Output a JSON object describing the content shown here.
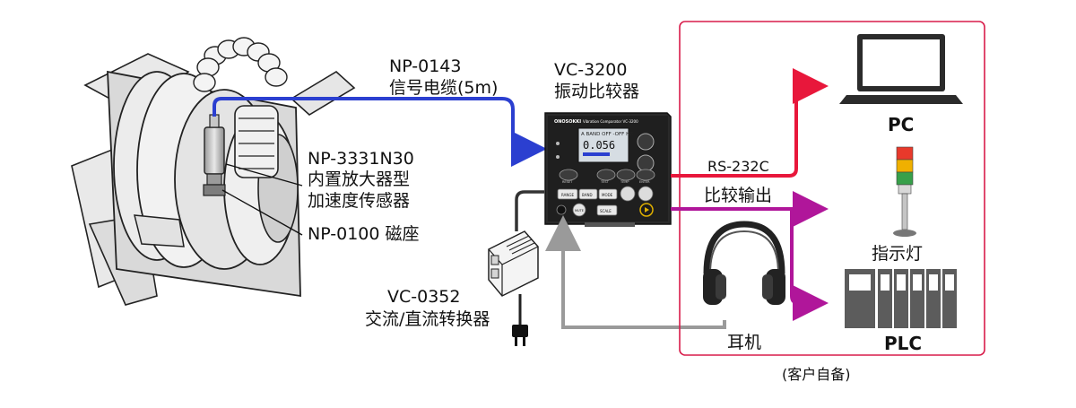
{
  "sensor": {
    "model": "NP-3331N30",
    "desc_line1": "内置放大器型",
    "desc_line2": "加速度传感器"
  },
  "cable": {
    "model": "NP-0143",
    "desc": "信号电缆(5m)"
  },
  "magnet": {
    "label": "NP-0100 磁座"
  },
  "comparator": {
    "model": "VC-3200",
    "desc": "振动比较器",
    "panel": {
      "brand": "ONOSOKKI",
      "title": "Vibration Comparator VC-3200",
      "display_line1": "A BAND OFF -OFF HZ",
      "display_value": "0.056",
      "buttons": [
        "RANGE",
        "BAND",
        "MODE",
        "SCALE",
        "MUTE"
      ],
      "round_labels": [
        "RESET",
        "TEST",
        "TEMP",
        "ENTER"
      ]
    }
  },
  "converter": {
    "model": "VC-0352",
    "desc": "交流/直流转换器"
  },
  "outputs": {
    "rs232c": "RS-232C",
    "compare_out": "比较输出",
    "pc": "PC",
    "indicator": "指示灯",
    "plc": "PLC",
    "headphones": "耳机",
    "customer_note": "(客户自备)"
  },
  "colors": {
    "signal_cable": "#2b3fd0",
    "rs232c_line": "#e8173b",
    "compare_line": "#b0169a",
    "headphone_line": "#9a9a9a",
    "power_line": "#333333",
    "customer_box": "#d81c4a"
  }
}
